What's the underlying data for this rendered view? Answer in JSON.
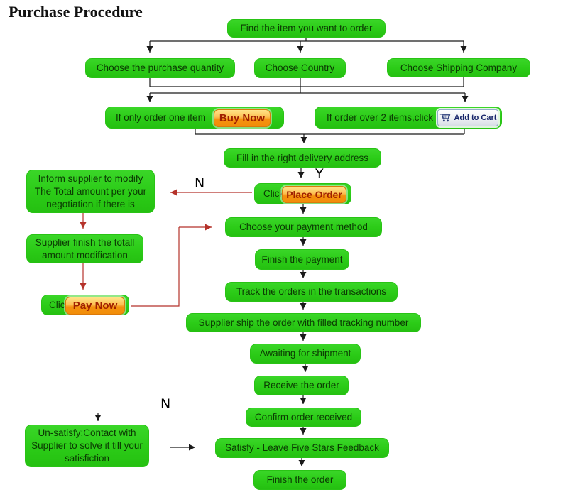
{
  "title": "Purchase Procedure",
  "labels": {
    "yes": "Y",
    "no_modify": "N",
    "no_satisfy": "N",
    "click_place": "Click",
    "click_pay": "Click"
  },
  "buttons": {
    "buy_now": "Buy Now",
    "add_to_cart": "Add to Cart",
    "place_order": "Place Order",
    "pay_now": "Pay Now"
  },
  "nodes": {
    "find_item": "Find the item you want to order",
    "choose_quantity": "Choose the purchase quantity",
    "choose_country": "Choose Country",
    "choose_shipping": "Choose Shipping Company",
    "one_item": "If only order one item",
    "over_two_items": "If order over 2 items,click",
    "fill_address": "Fill in the right delivery address",
    "inform_supplier": "Inform supplier to modify The Total amount per your negotiation if there is",
    "supplier_finish": "Supplier finish the totall amount modification",
    "choose_payment": "Choose your payment method",
    "finish_payment": "Finish the payment",
    "track_orders": "Track the orders in the transactions",
    "supplier_ship": "Supplier ship the order with filled tracking number",
    "awaiting_shipment": "Awaiting for shipment",
    "receive_order": "Receive the order",
    "confirm_received": "Confirm order received",
    "satisfy_feedback": "Satisfy - Leave Five Stars Feedback",
    "finish_order": "Finish the order",
    "unsatisfy": "Un-satisfy:Contact with Supplier to solve it till your satisfiction"
  },
  "colors": {
    "node_green": "#2ecb1b",
    "button_orange": "#f5920f",
    "button_text_red": "#a02000",
    "cart_button_blue_text": "#16246a",
    "arrow_black": "#1a1a1a",
    "arrow_red": "#b5322a"
  }
}
